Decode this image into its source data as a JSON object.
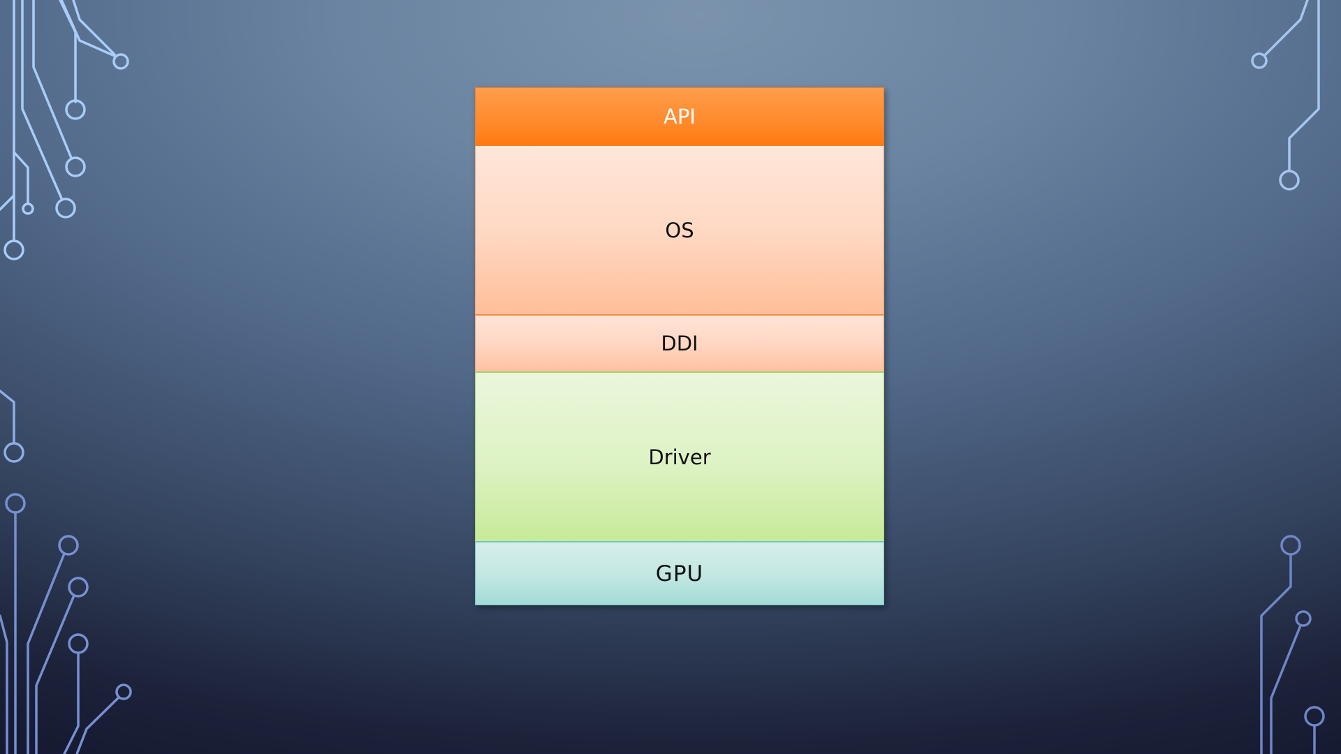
{
  "diagram": {
    "layers": {
      "api": "API",
      "os": "OS",
      "ddi": "DDI",
      "driver": "Driver",
      "gpu": "GPU"
    }
  },
  "colors": {
    "api": "#ff8a2c",
    "os": "#ffd9c4",
    "ddi": "#ffd7c3",
    "driver": "#ddf2c3",
    "gpu": "#c2e7e2",
    "circuit_lines": "#9ec0ea"
  }
}
